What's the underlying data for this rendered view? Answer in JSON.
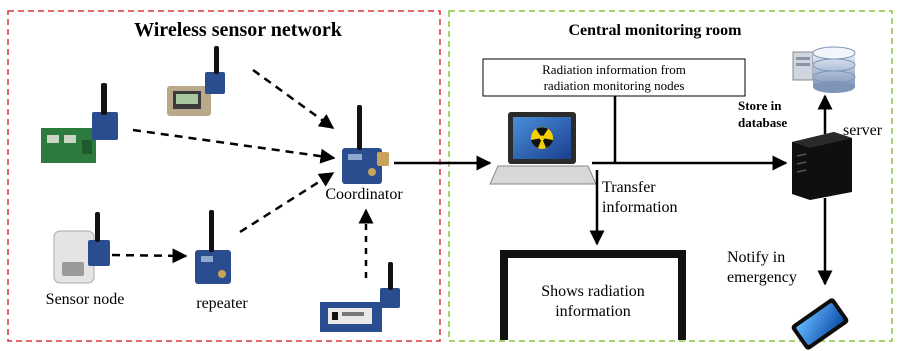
{
  "panels": {
    "left_title": "Wireless sensor network",
    "right_title": "Central monitoring room"
  },
  "nodes": {
    "sensor_node": "Sensor node",
    "repeater": "repeater",
    "coordinator": "Coordinator",
    "server": "server"
  },
  "labels": {
    "radiation_box": [
      "Radiation information from",
      "radiation monitoring nodes"
    ],
    "store_db": [
      "Store in",
      "database"
    ],
    "transfer": [
      "Transfer",
      "information"
    ],
    "notify": [
      "Notify in",
      "emergency"
    ],
    "monitor_text": [
      "Shows radiation",
      "information"
    ]
  },
  "colors": {
    "left_border": "#d9363e",
    "right_border": "#8cc63f",
    "node_blue": "#2a4d8f",
    "radiation_yellow": "#f5d000"
  }
}
